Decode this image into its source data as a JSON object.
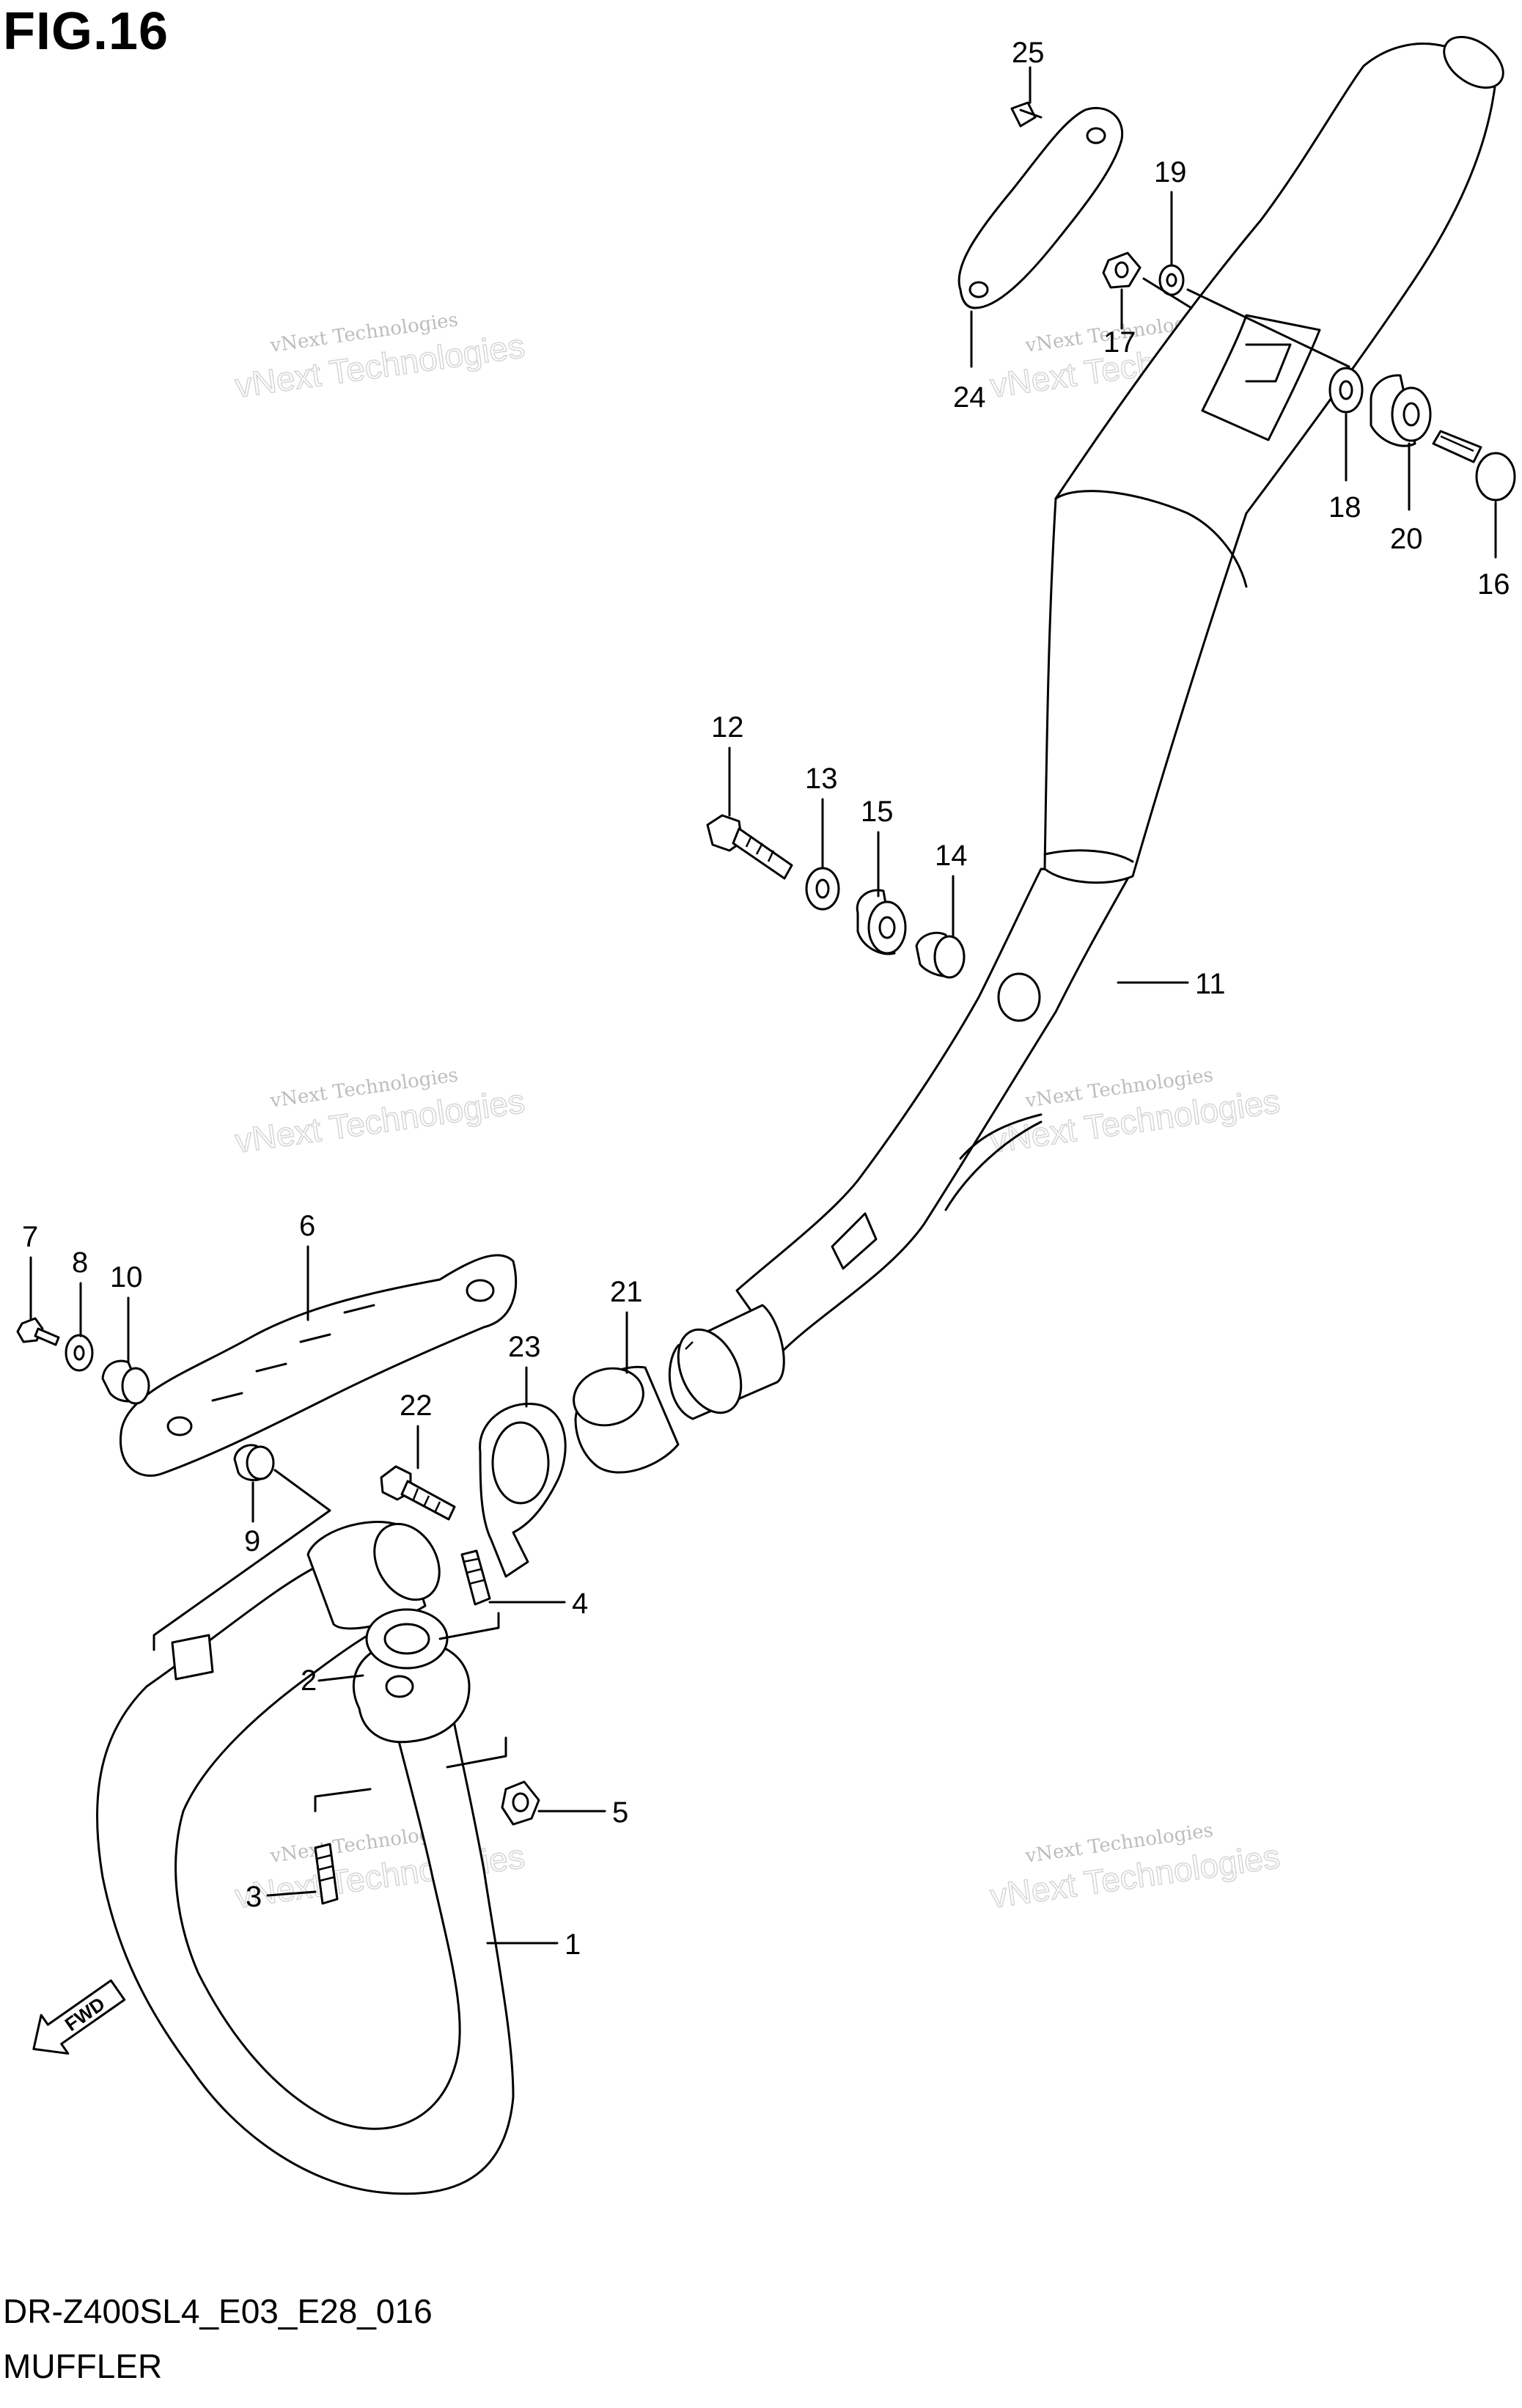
{
  "figure": {
    "title": "FIG.16",
    "model_code": "DR-Z400SL4_E03_E28_016",
    "section_name": "MUFFLER"
  },
  "watermark": {
    "line1": "vNext Technologies",
    "line2": "vNext Technologies"
  },
  "fwd_label": "FWD",
  "callouts": [
    {
      "id": "1",
      "text": "1"
    },
    {
      "id": "2",
      "text": "2"
    },
    {
      "id": "3",
      "text": "3"
    },
    {
      "id": "4",
      "text": "4"
    },
    {
      "id": "5",
      "text": "5"
    },
    {
      "id": "6",
      "text": "6"
    },
    {
      "id": "7",
      "text": "7"
    },
    {
      "id": "8",
      "text": "8"
    },
    {
      "id": "9",
      "text": "9"
    },
    {
      "id": "10",
      "text": "10"
    },
    {
      "id": "11",
      "text": "11"
    },
    {
      "id": "12",
      "text": "12"
    },
    {
      "id": "13",
      "text": "13"
    },
    {
      "id": "14",
      "text": "14"
    },
    {
      "id": "15",
      "text": "15"
    },
    {
      "id": "16",
      "text": "16"
    },
    {
      "id": "17",
      "text": "17"
    },
    {
      "id": "18",
      "text": "18"
    },
    {
      "id": "19",
      "text": "19"
    },
    {
      "id": "20",
      "text": "20"
    },
    {
      "id": "21",
      "text": "21"
    },
    {
      "id": "22",
      "text": "22"
    },
    {
      "id": "23",
      "text": "23"
    },
    {
      "id": "24",
      "text": "24"
    },
    {
      "id": "25",
      "text": "25"
    }
  ]
}
